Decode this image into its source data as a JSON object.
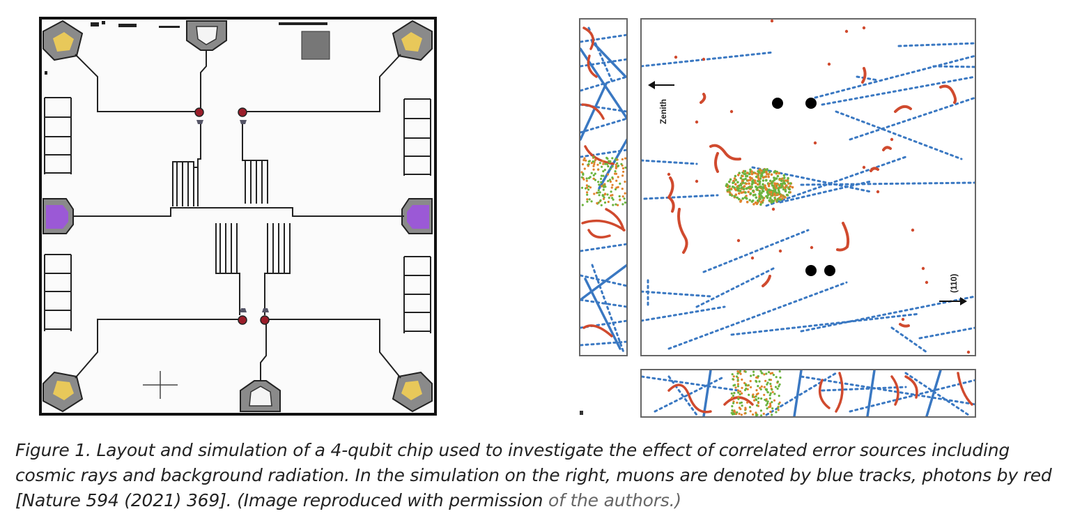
{
  "figure": {
    "chip": {
      "qubit_count": 4,
      "colors": {
        "frame": "#111111",
        "pad_gray": "#8a8a8a",
        "pad_yellow": "#e8c85a",
        "pad_purple": "#9b59d6",
        "qubit_red": "#9a1e2a"
      }
    },
    "simulation": {
      "label_zenith": "Zenith",
      "label_direction": "(110)",
      "colors": {
        "muon_tracks": "#3a78c2",
        "photon_tracks": "#d04a2e",
        "cluster_green": "#6cb33e",
        "cluster_orange": "#e0822c",
        "qubit_dots": "#000000"
      },
      "legend_meaning": {
        "muons": "blue tracks",
        "photons": "red"
      }
    }
  },
  "caption": {
    "main": "Figure 1. Layout and simulation of a 4-qubit chip used to investigate the effect of correlated error sources including cosmic rays and background radiation. In the simulation on the right, muons are denoted by blue tracks, photons by red [Nature 594 (2021) 369]. (Image reproduced with permission",
    "tail": " of the authors.)"
  }
}
